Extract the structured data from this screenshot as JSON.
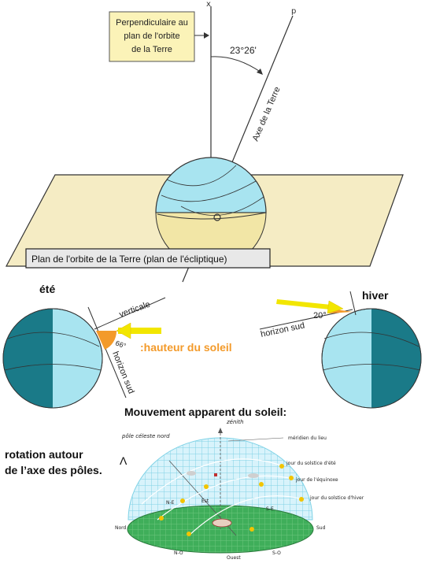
{
  "top": {
    "axis_x_label": "x",
    "axis_p_label": "p",
    "perpendicular_box": [
      "Perpendiculaire au",
      "plan de l'orbite",
      "de la Terre"
    ],
    "angle_label": "23°26'",
    "earth_axis_label": "Axe de la Terre",
    "plane_label": "Plan de l'orbite de la Terre  (plan de l'écliptique)"
  },
  "middle": {
    "summer_label": "été",
    "winter_label": "hiver",
    "vertical_label": "verticale",
    "horizon_south_label": "horizon sud",
    "summer_angle_label": "66°",
    "winter_angle_label": "20°",
    "sun_height_label": ":hauteur du soleil"
  },
  "bottom": {
    "title": "Mouvement apparent du soleil:",
    "rotation_text": [
      "rotation autour",
      "de l’axe des pôles."
    ],
    "lambda_symbol": "Λ",
    "zenith_label": "zénith",
    "pole_label": "pôle céleste nord",
    "meridian_label": "méridien du lieu",
    "summer_solstice_label": "jour du solstice d'été",
    "equinox_label": "jour de l'équinoxe",
    "winter_solstice_label": "jour du solstice d'hiver",
    "north_label": "Nord",
    "south_label": "Sud",
    "east_label": "Est",
    "west_label": "Ouest",
    "ne_label": "N-E",
    "se_label": "S-E",
    "no_label": "N-O",
    "so_label": "S-O"
  },
  "colors": {
    "ocean_light": "#a8e4f0",
    "ocean_dark": "#1a7a88",
    "plane": "#f5ecc4",
    "label_box": "#fbf3b8",
    "orange": "#f39a2a",
    "ray_yellow": "#f2e600",
    "dome_grid": "#7fd2e6",
    "ground_green": "#3fae5a"
  }
}
